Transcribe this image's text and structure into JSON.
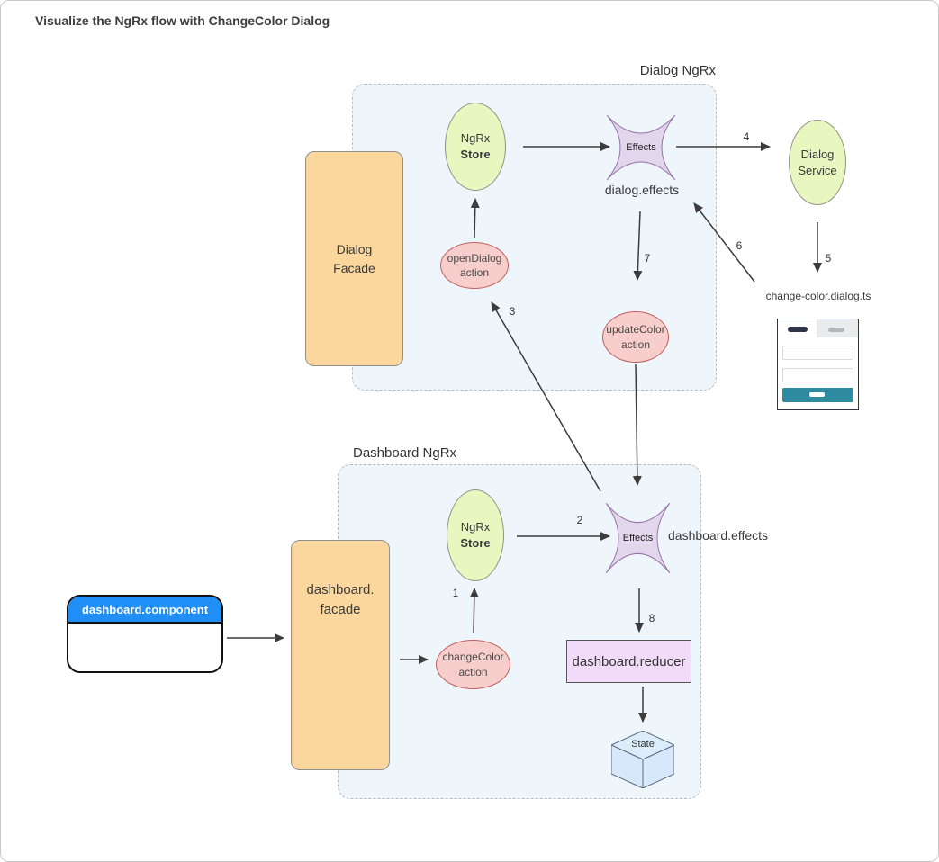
{
  "title": "Visualize the NgRx flow with ChangeColor Dialog",
  "colors": {
    "container_fill": "#eef6fc",
    "container_border": "#b3bbc3",
    "store_fill": "#e8f6c0",
    "store_border": "#8e9384",
    "effects_fill": "#e2d6ec",
    "effects_border": "#9673a6",
    "action_fill": "#f8cecc",
    "action_border": "#c0605c",
    "facade_fill": "#fbd79e",
    "reducer_fill": "#f2dbf8",
    "state_fill": "#d6e8fa",
    "component_header": "#1f8ef7",
    "mockup_button": "#2f8ba0",
    "mockup_pill_dark": "#2d3548"
  },
  "dialog_group": {
    "label": "Dialog NgRx",
    "store_line1": "NgRx",
    "store_line2": "Store",
    "effects_shape": "Effects",
    "effects_label": "dialog.effects",
    "facade_line1": "Dialog",
    "facade_line2": "Facade",
    "open_dialog_line1": "openDialog",
    "open_dialog_line2": "action",
    "update_color_line1": "updateColor",
    "update_color_line2": "action",
    "service_line1": "Dialog",
    "service_line2": "Service",
    "file_label": "change-color.dialog.ts"
  },
  "dashboard_group": {
    "label": "Dashboard NgRx",
    "store_line1": "NgRx",
    "store_line2": "Store",
    "effects_shape": "Effects",
    "effects_label": "dashboard.effects",
    "facade_line1": "dashboard.",
    "facade_line2": "facade",
    "change_color_line1": "changeColor",
    "change_color_line2": "action",
    "component_label": "dashboard.component",
    "reducer_label": "dashboard.reducer",
    "state_label": "State"
  },
  "steps": {
    "s1": "1",
    "s2": "2",
    "s3": "3",
    "s4": "4",
    "s5": "5",
    "s6": "6",
    "s7": "7",
    "s8": "8"
  }
}
